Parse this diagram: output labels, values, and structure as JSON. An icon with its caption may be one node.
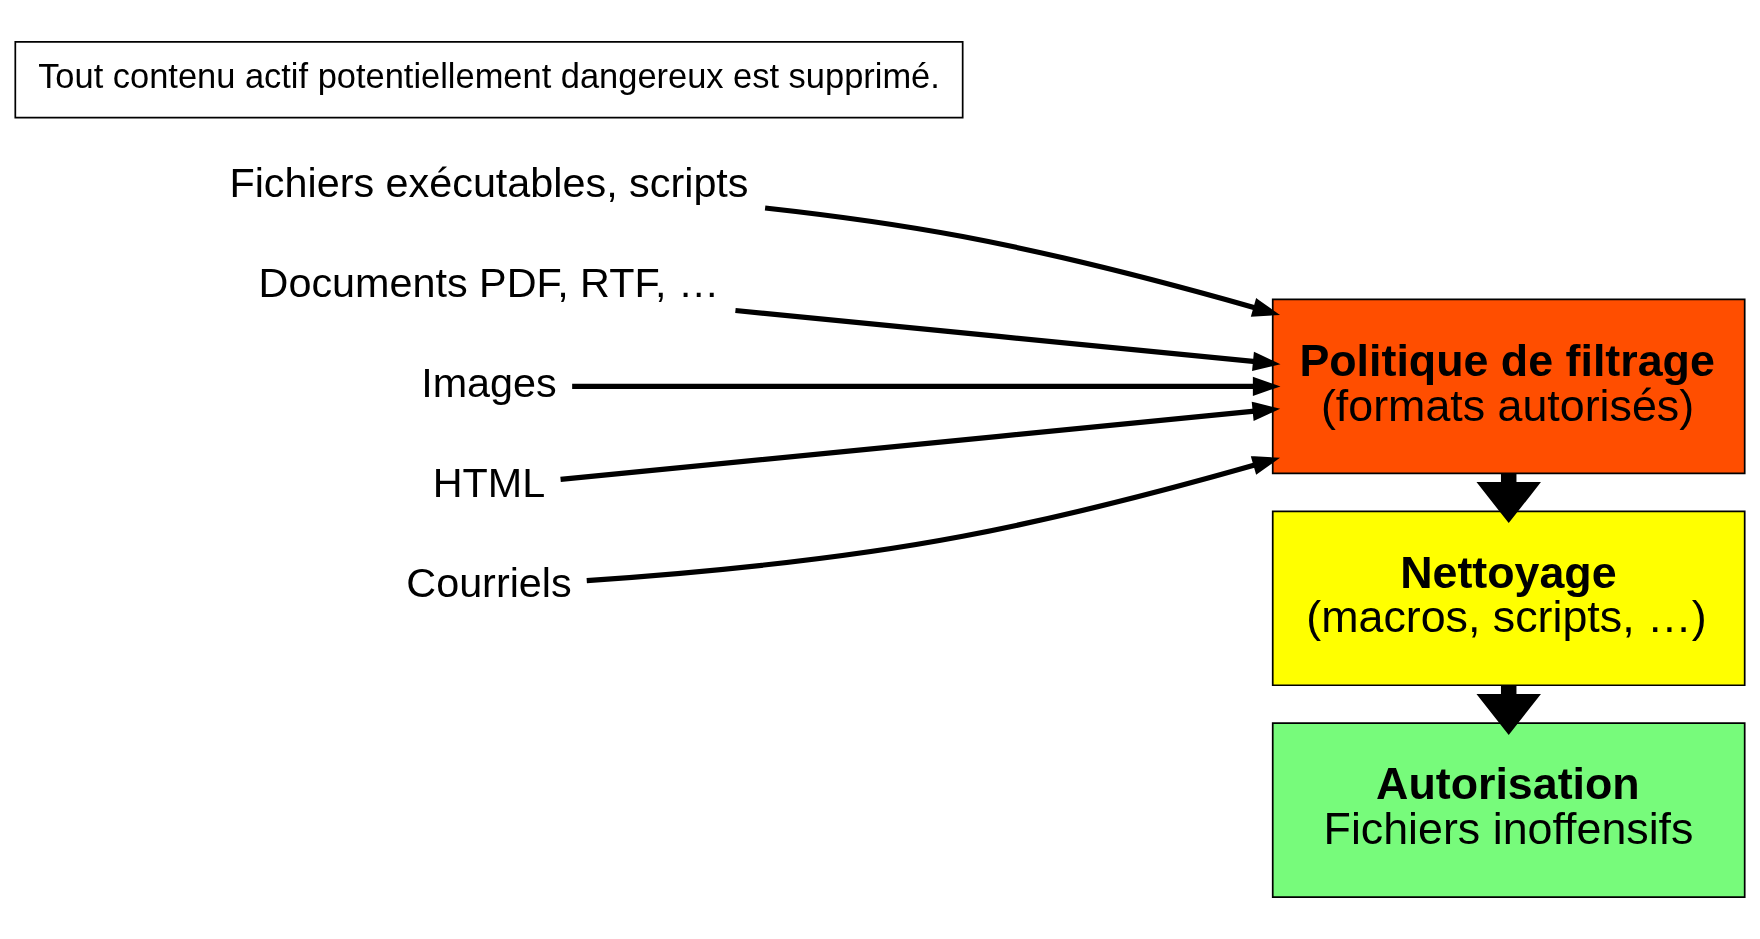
{
  "diagram": {
    "nodes": [
      {
        "text": [
          "Fichiers exécutables, scripts"
        ]
      },
      {
        "text": [
          "Documents PDF, RTF, …"
        ]
      },
      {
        "text": [
          "Images"
        ]
      },
      {
        "text": [
          "HTML"
        ]
      },
      {
        "text": [
          "Courriels"
        ]
      },
      {
        "text": [
          "Politique de filtrage",
          "(formats autorisés)"
        ]
      },
      {
        "text": [
          "Nettoyage",
          "(macros, scripts, …)"
        ]
      },
      {
        "text": [
          "Autorisation",
          "Fichiers inoffensifs"
        ]
      },
      {
        "text": [
          "Tout contenu actif potentiellement dangereux est supprimé."
        ]
      }
    ],
    "edges": [
      {
        "from": 0,
        "to": 5,
        "arrow": "to"
      },
      {
        "from": 1,
        "to": 5,
        "arrow": "to"
      },
      {
        "from": 2,
        "to": 5,
        "arrow": "to"
      },
      {
        "from": 3,
        "to": 5,
        "arrow": "to"
      },
      {
        "from": 4,
        "to": 5,
        "arrow": "to"
      },
      {
        "from": 5,
        "to": 6,
        "arrow": "to",
        "style": "thick"
      },
      {
        "from": 6,
        "to": 7,
        "arrow": "to",
        "style": "thick"
      }
    ]
  }
}
